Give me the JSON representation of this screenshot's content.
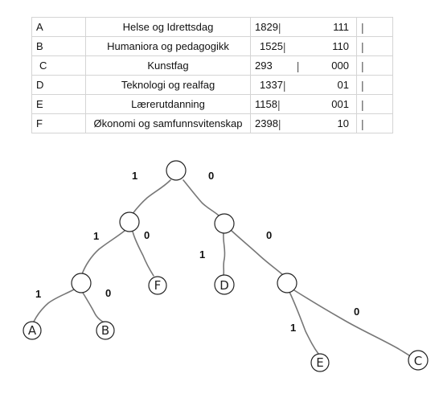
{
  "table": {
    "rows": [
      {
        "letter": "A",
        "faculty": "Helse og Idrettsdag",
        "count": "1829",
        "code": "111"
      },
      {
        "letter": "B",
        "faculty": "Humaniora og pedagogikk",
        "count": "1525",
        "code": "110"
      },
      {
        "letter": "C",
        "faculty": "Kunstfag",
        "count": "293",
        "code": "000"
      },
      {
        "letter": "D",
        "faculty": "Teknologi og realfag",
        "count": "1337",
        "code": "01"
      },
      {
        "letter": "E",
        "faculty": "Lærerutdanning",
        "count": "1158",
        "code": "001"
      },
      {
        "letter": "F",
        "faculty": "Økonomi og samfunnsvitenskap",
        "count": "2398",
        "code": "10"
      }
    ],
    "separator": "|"
  },
  "tree": {
    "edge_labels": {
      "root_left": "1",
      "root_right": "0",
      "n1_left": "1",
      "n1_right": "0",
      "n2_left": "1",
      "n2_right": "0",
      "n3_left": "1",
      "n3_right": "0",
      "n4_left": "1",
      "n4_right": "0"
    },
    "leaves": {
      "a": "A",
      "b": "B",
      "f": "F",
      "d": "D",
      "e": "E",
      "c": "C"
    }
  }
}
